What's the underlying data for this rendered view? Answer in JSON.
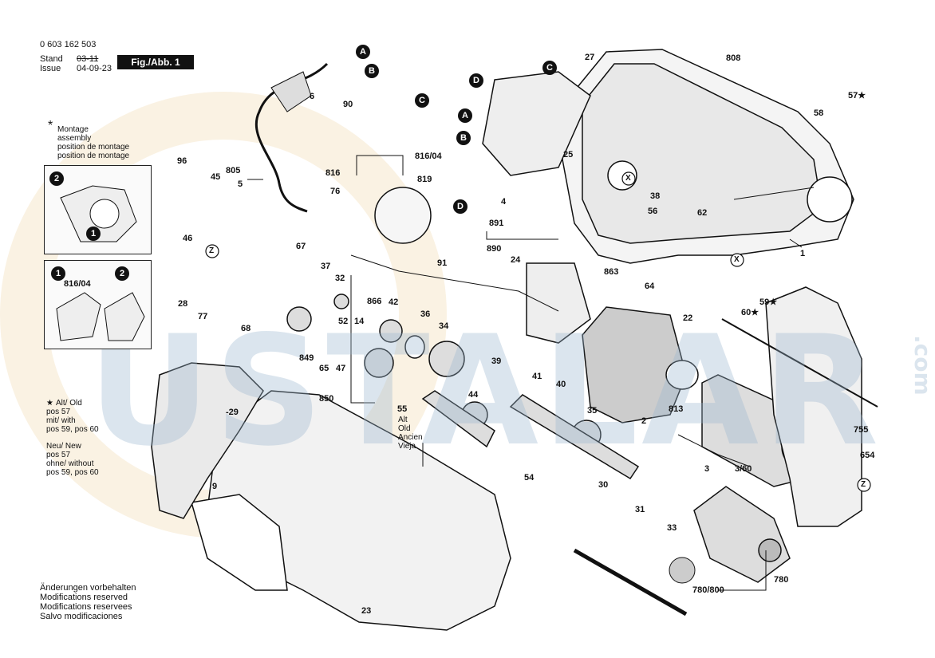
{
  "header": {
    "part_number": "0 603 162 503",
    "stand_label": "Stand",
    "stand_value": "03-11",
    "issue_label": "Issue",
    "issue_value": "04-09-23",
    "fig_label": "Fig./Abb. 1"
  },
  "star_note": {
    "star": "*",
    "lines": [
      "Montage",
      "assembly",
      "position de montage",
      "position de montage"
    ]
  },
  "legend_old": {
    "star_label": "Alt/ Old",
    "lines": [
      "pos 57",
      "mit/ with",
      "pos 59, pos 60"
    ]
  },
  "legend_new": {
    "lines": [
      "Neu/ New",
      "pos 57",
      "ohne/ without",
      "pos 59, pos 60"
    ]
  },
  "old_tag": [
    "Alt",
    "Old",
    "Ancien",
    "Vieja"
  ],
  "footer": [
    "Änderungen vorbehalten",
    "Modifications reserved",
    "Modifications reservees",
    "Salvo modificaciones"
  ],
  "watermark": {
    "text": "USTALAR",
    "com": ".com"
  },
  "connectors": {
    "A": "A",
    "B": "B",
    "C": "C",
    "D": "D"
  },
  "inset_numbers": {
    "one": "1",
    "two": "2",
    "label": "816/04"
  },
  "parts": [
    "1",
    "2",
    "3",
    "3/60",
    "4",
    "5",
    "6",
    "9",
    "14",
    "22",
    "23",
    "24",
    "25",
    "27",
    "28",
    "-29",
    "30",
    "31",
    "32",
    "33",
    "34",
    "35",
    "36",
    "37",
    "38",
    "39",
    "40",
    "41",
    "42",
    "44",
    "45",
    "46",
    "47",
    "52",
    "54",
    "55",
    "56",
    "57★",
    "58",
    "59★",
    "60★",
    "62",
    "64",
    "65",
    "67",
    "68",
    "76",
    "77",
    "780",
    "780/800",
    "805",
    "808",
    "813",
    "816",
    "816/04",
    "819",
    "849",
    "850",
    "863",
    "866",
    "890",
    "891",
    "90",
    "91",
    "96",
    "654",
    "755"
  ],
  "symbols": {
    "X": "X",
    "Z": "Z"
  }
}
